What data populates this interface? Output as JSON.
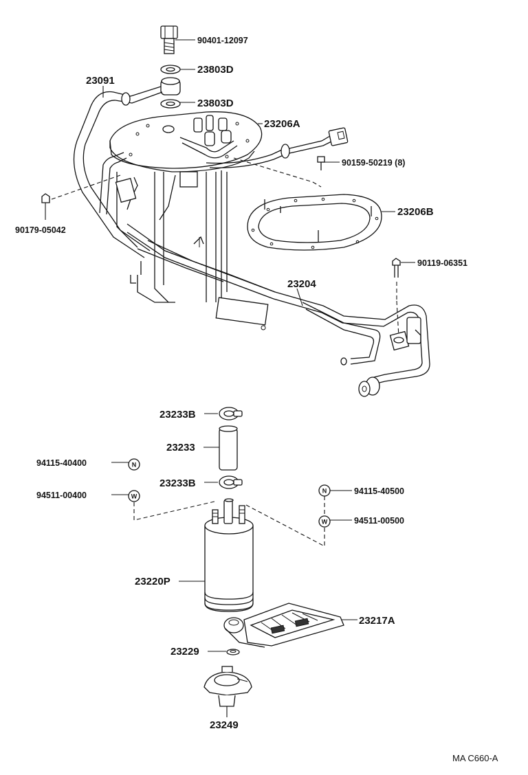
{
  "parts": {
    "bolt_top": "90401-12097",
    "gasket_upper": "23803D",
    "gasket_lower": "23803D",
    "hose_main": "23091",
    "pump_bracket": "23206A",
    "screw_8": "90159-50219 (8)",
    "clip_left": "90179-05042",
    "bracket_gasket": "23206B",
    "bolt_right": "90119-06351",
    "tube_assy": "23204",
    "clamp_top": "23233B",
    "hose_short": "23233",
    "clamp_bottom": "23233B",
    "nut_left": "94115-40400",
    "washer_left": "94511-00400",
    "nut_right": "94115-40500",
    "washer_right": "94511-00500",
    "fuel_pump": "23220P",
    "filter": "23217A",
    "clip_small": "23229",
    "cushion": "23249"
  },
  "symbols": {
    "nut": "N",
    "washer": "W"
  },
  "figure_code": "MA  C660-A"
}
